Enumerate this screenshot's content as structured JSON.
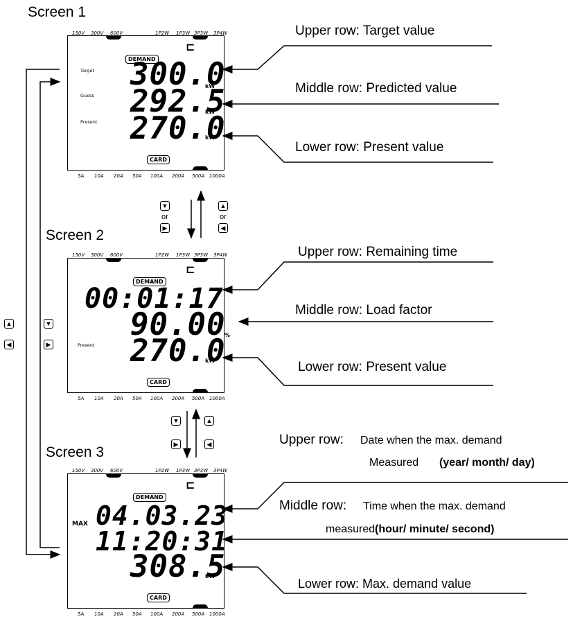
{
  "screens": [
    {
      "title": "Screen 1",
      "top_labels": [
        "150V",
        "300V",
        "600V",
        "1P2W",
        "1P3W",
        "3P3W",
        "3P4W"
      ],
      "bottom_labels": [
        "5A",
        "10A",
        "20A",
        "50A",
        "100A",
        "200A",
        "500A",
        "1000A"
      ],
      "badge": "DEMAND",
      "card": "CARD",
      "row_labels": [
        "Target",
        "Guess",
        "Present"
      ],
      "rows": [
        "300.0",
        "292.5",
        "270.0"
      ],
      "units": [
        "kW",
        "kW",
        "kW"
      ]
    },
    {
      "title": "Screen 2",
      "top_labels": [
        "150V",
        "300V",
        "600V",
        "1P2W",
        "1P3W",
        "3P3W",
        "3P4W"
      ],
      "bottom_labels": [
        "5A",
        "10A",
        "20A",
        "50A",
        "100A",
        "200A",
        "500A",
        "1000A"
      ],
      "badge": "DEMAND",
      "card": "CARD",
      "row_labels": [
        "",
        "",
        "Present"
      ],
      "rows": [
        "00:01:17",
        "90.00",
        "270.0"
      ],
      "units": [
        "",
        "%",
        "kW"
      ]
    },
    {
      "title": "Screen 3",
      "top_labels": [
        "150V",
        "300V",
        "600V",
        "1P2W",
        "1P3W",
        "3P3W",
        "3P4W"
      ],
      "bottom_labels": [
        "5A",
        "10A",
        "20A",
        "50A",
        "100A",
        "200A",
        "500A",
        "1000A"
      ],
      "badge": "DEMAND",
      "card": "CARD",
      "max_label": "MAX",
      "rows": [
        "04.03.23",
        "11:20:31",
        "308.5"
      ],
      "units": [
        "",
        "",
        "kW"
      ]
    }
  ],
  "callouts": {
    "s1_upper": "Upper row: Target value",
    "s1_middle": "Middle row: Predicted value",
    "s1_lower": "Lower row: Present value",
    "s2_upper": "Upper row: Remaining time",
    "s2_middle": "Middle row: Load factor",
    "s2_lower": "Lower row: Present value",
    "s3_upper_a": "Upper row:",
    "s3_upper_b": "Date when the max. demand",
    "s3_upper_c": "Measured",
    "s3_upper_d": "(year/ month/ day)",
    "s3_middle_a": "Middle row:",
    "s3_middle_b": "Time when the max. demand",
    "s3_middle_c": "measured",
    "s3_middle_d": "(hour/ minute/ second)",
    "s3_lower": "Lower row: Max. demand value"
  },
  "keys": {
    "or": "or",
    "up_glyph": "▲",
    "down_glyph": "▼",
    "left_glyph": "◀",
    "right_glyph": "▶"
  },
  "icons": [
    "plug-icon",
    "up-key-icon",
    "down-key-icon",
    "left-key-icon",
    "right-key-icon"
  ]
}
